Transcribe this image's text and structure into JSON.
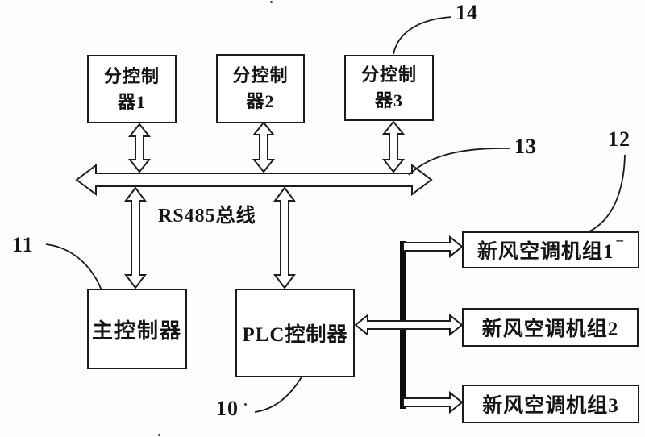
{
  "figure": {
    "sub_controllers": [
      {
        "label": "分控制器1",
        "lines": [
          "分控制",
          "器1"
        ]
      },
      {
        "label": "分控制器2",
        "lines": [
          "分控制",
          "器2"
        ]
      },
      {
        "label": "分控制器3",
        "lines": [
          "分控制",
          "器3"
        ]
      }
    ],
    "bus": {
      "label": "RS485总线"
    },
    "main_controller": {
      "label": "主控制器"
    },
    "plc_controller": {
      "label": "PLC控制器"
    },
    "air_units": [
      {
        "label": "新风空调机组1",
        "suffix_mark": "¯"
      },
      {
        "label": "新风空调机组2",
        "suffix_mark": ""
      },
      {
        "label": "新风空调机组3",
        "suffix_mark": ""
      }
    ],
    "reference_numbers": {
      "sub_controller": "14",
      "bus": "13",
      "air_unit": "12",
      "main_controller": "11",
      "plc_controller": "10"
    }
  },
  "colors": {
    "line": "#1c1c1c",
    "background": "#fdfdfd",
    "box_fill": "#ffffff"
  }
}
